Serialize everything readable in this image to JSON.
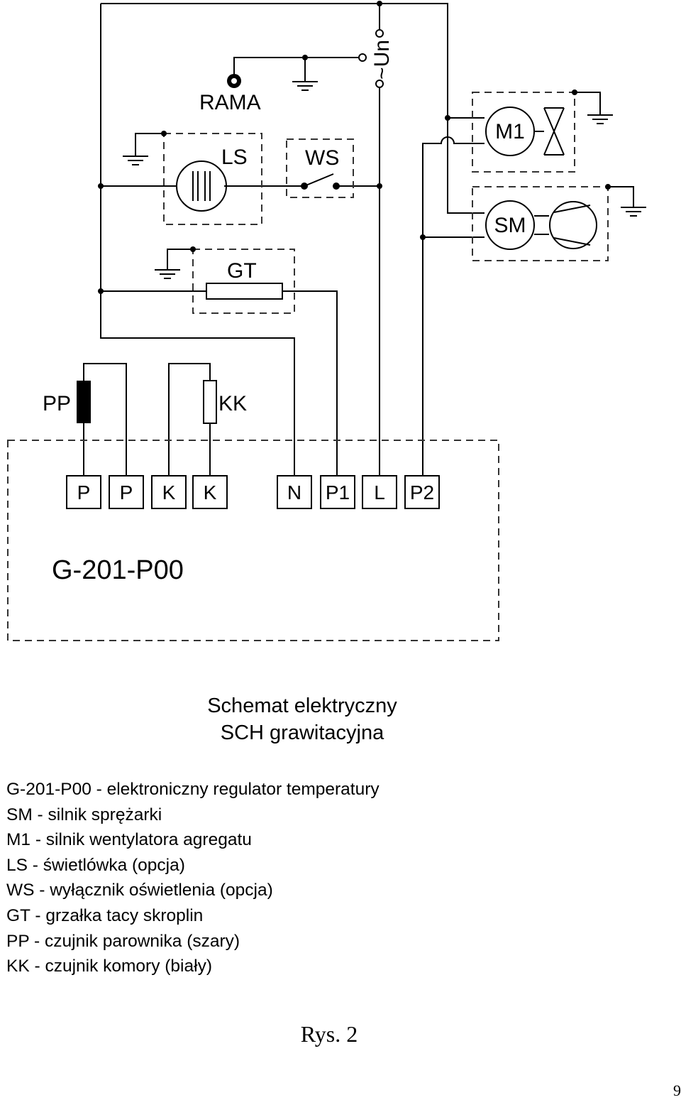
{
  "diagram": {
    "supply_label": "~Un",
    "frame_label": "RAMA",
    "components": {
      "LS": "LS",
      "WS": "WS",
      "GT": "GT",
      "M1": "M1",
      "SM": "SM",
      "PP": "PP",
      "KK": "KK"
    },
    "controller": {
      "name": "G-201-P00",
      "terminals": [
        "P",
        "P",
        "K",
        "K",
        "N",
        "P1",
        "L",
        "P2"
      ]
    }
  },
  "title_lines": [
    "Schemat elektryczny",
    "SCH grawitacyjna"
  ],
  "legend": [
    "G-201-P00 - elektroniczny regulator temperatury",
    "SM - silnik sprężarki",
    "M1 - silnik wentylatora agregatu",
    "LS - świetlówka (opcja)",
    "WS - wyłącznik oświetlenia (opcja)",
    "GT - grzałka tacy skroplin",
    "PP - czujnik parownika (szary)",
    "KK - czujnik komory (biały)"
  ],
  "caption": "Rys. 2",
  "page_number": "9",
  "colors": {
    "line": "#000000",
    "background": "#ffffff",
    "dash": "#333333"
  }
}
